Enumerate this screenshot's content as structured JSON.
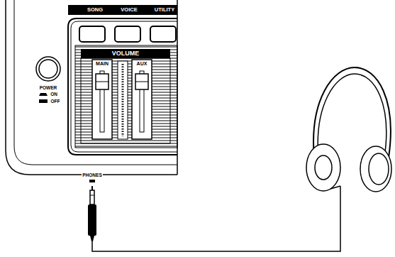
{
  "diagram": {
    "labels": [
      "SONG",
      "VOICE",
      "UTILITY",
      "VOLUME",
      "MAIN",
      "AUX",
      "POWER",
      "ON",
      "OFF",
      "PHONES"
    ]
  }
}
